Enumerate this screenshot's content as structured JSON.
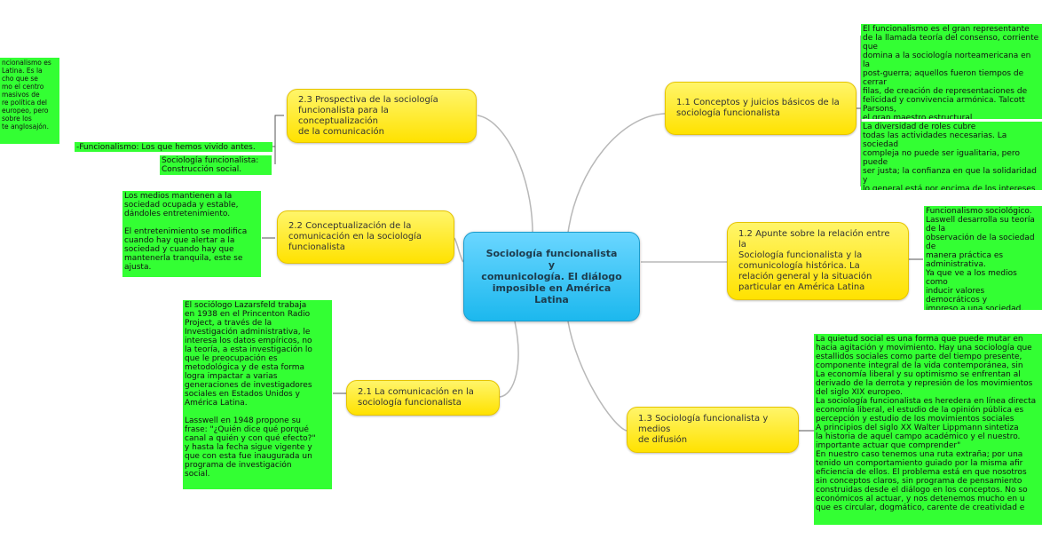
{
  "central": {
    "label": "Sociología funcionalista\ny\ncomunicología. El diálogo\nimposible en América\nLatina"
  },
  "topics": [
    {
      "id": "t11",
      "label": "1.1 Conceptos y juicios básicos de la\nsociología funcionalista"
    },
    {
      "id": "t12",
      "label": "1.2 Apunte sobre la relación entre la\nSociología funcionalista y la\ncomunicología histórica. La\nrelación general y la situación\nparticular en América Latina"
    },
    {
      "id": "t13",
      "label": "1.3 Sociología funcionalista y medios\nde difusión"
    },
    {
      "id": "t21",
      "label": "2.1 La comunicación en la\nsociología funcionalista"
    },
    {
      "id": "t22",
      "label": "2.2 Conceptualización de la\ncomunicación en la sociología\nfuncionalista"
    },
    {
      "id": "t23",
      "label": "2.3 Prospectiva de la sociología\nfuncionalista para la\nconceptualización\nde la comunicación"
    }
  ],
  "notes": {
    "n11a": " El funcionalismo es el gran representante\nde la llamada teoría del consenso, corriente que\ndomina a la sociología norteamericana en la\npost-guerra; aquellos fueron tiempos de cerrar\nfilas, de creación de representaciones de\nfelicidad y convivencia armónica. Talcott Parsons,\nel gran maestro estructural\nfuncionalista, ensaya una visión sobre la\nsociedad que pretende ante todo claridad y\norden.",
    "n11b": " La diversidad de roles cubre\ntodas las actividades necesarias. La sociedad\ncompleja no puede ser igualitaria, pero puede\nser justa; la confianza en que la solidaridad y\nlo general está por encima de los intereses\nparticulares es conmovedora. Los valores\ncomunes son la base de la convivencia social.",
    "n12": "Funcionalismo sociológico.\nLaswell desarrolla su teoría de la\nobservación de la sociedad de\nmanera práctica es administrativa.\nYa que ve a los medios como\ninducir valores democráticos y\nimpreso a una sociedad.\nTambién el funcionalismo tiene\nvalor a la sociedad en general y\nprioridades, si a este le parece un\nlíder que los guíe",
    "n13": "La quietud social es una forma que puede mutar en\nhacia agitación y movimiento.  Hay una sociología que\nestallidos sociales como parte del tiempo presente,\ncomponente integral de la vida contemporánea, sin\nLa economía liberal y su optimismo se enfrentan al\nderivado de la derrota y represión de los movimientos\ndel siglo XIX europeo.\nLa sociología funcionalista es heredera en línea directa\neconomía liberal, el estudio de la opinión pública es\npercepción y estudio de los movimientos sociales\nA principios del siglo XX Walter Lippmann sintetiza\nla historia de aquel campo académico y el nuestro.\nimportante actuar que comprender\"\nEn nuestro caso tenemos una ruta extraña; por una\ntenido un comportamiento guiado por la misma afir\neficiencia de ellos. El problema está en que nosotros\nsin conceptos claros, sin programa de pensamiento\nconstruidas desde el diálogo en los conceptos. No so\neconómicos al actuar, y nos detenemos mucho en u\nque es circular, dogmático, carente de creatividad e",
    "n21": "El sociólogo Lazarsfeld trabaja\nen 1938 en el Princenton Radio\nProject, a través de la\nInvestigación administrativa, le\ninteresa los datos empíricos, no\nla teoría, a esta investigación lo\nque le preocupación es\nmetodológica y de esta forma\nlogra impactar a varias\ngeneraciones de investigadores\nsociales en Estados Unidos y\nAmérica Latina.\n\nLasswell en 1948 propone su\nfrase: \"¿Quién dice qué porqué\ncanal a quién y con qué efecto?\"\ny hasta la fecha sigue vigente y\nque con esta fue inaugurada un\nprograma de investigación\nsocial.",
    "n22": "Los medios mantienen a la\nsociedad ocupada y estable,\ndándoles entretenimiento.\n\nEl entretenimiento se modifica\ncuando hay que alertar a la\nsociedad y cuando hay que\nmantenerla tranquila, este se\najusta.",
    "n23a": "-Funcionalismo: Los que hemos vivido antes.",
    "n23b": "Sociología funcionalista:\nConstrucción social.",
    "n23c": "ncionalismo es\nLatina. Es la\ncho que se\nmo el centro\n masivos de\nre política del\neuropeo, pero\n sobre los\nte anglosajón."
  },
  "colors": {
    "central": "#1cb8ee",
    "topic": "#ffe200",
    "note": "#33ff33",
    "link": "#b8b8b8"
  }
}
